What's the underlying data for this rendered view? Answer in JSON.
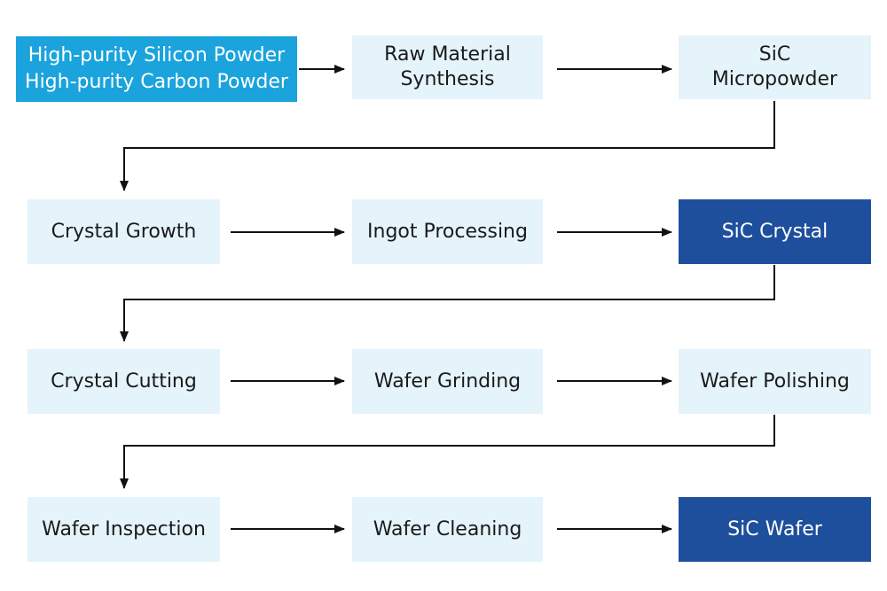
{
  "colors": {
    "source_fill": "#1aa3dc",
    "process_fill": "#e5f3fb",
    "product_fill": "#1e4f9c",
    "arrow": "#111111"
  },
  "steps": [
    {
      "kind": "source",
      "lines": [
        "High-purity Silicon Powder",
        "High-purity Carbon Powder"
      ]
    },
    {
      "kind": "process",
      "lines": [
        "Raw Material",
        "Synthesis"
      ]
    },
    {
      "kind": "process",
      "lines": [
        "SiC",
        "Micropowder"
      ]
    },
    {
      "kind": "process",
      "lines": [
        "Crystal Growth"
      ]
    },
    {
      "kind": "process",
      "lines": [
        "Ingot Processing"
      ]
    },
    {
      "kind": "product",
      "lines": [
        "SiC Crystal"
      ]
    },
    {
      "kind": "process",
      "lines": [
        "Crystal Cutting"
      ]
    },
    {
      "kind": "process",
      "lines": [
        "Wafer Grinding"
      ]
    },
    {
      "kind": "process",
      "lines": [
        "Wafer Polishing"
      ]
    },
    {
      "kind": "process",
      "lines": [
        "Wafer Inspection"
      ]
    },
    {
      "kind": "process",
      "lines": [
        "Wafer Cleaning"
      ]
    },
    {
      "kind": "product",
      "lines": [
        "SiC Wafer"
      ]
    }
  ]
}
